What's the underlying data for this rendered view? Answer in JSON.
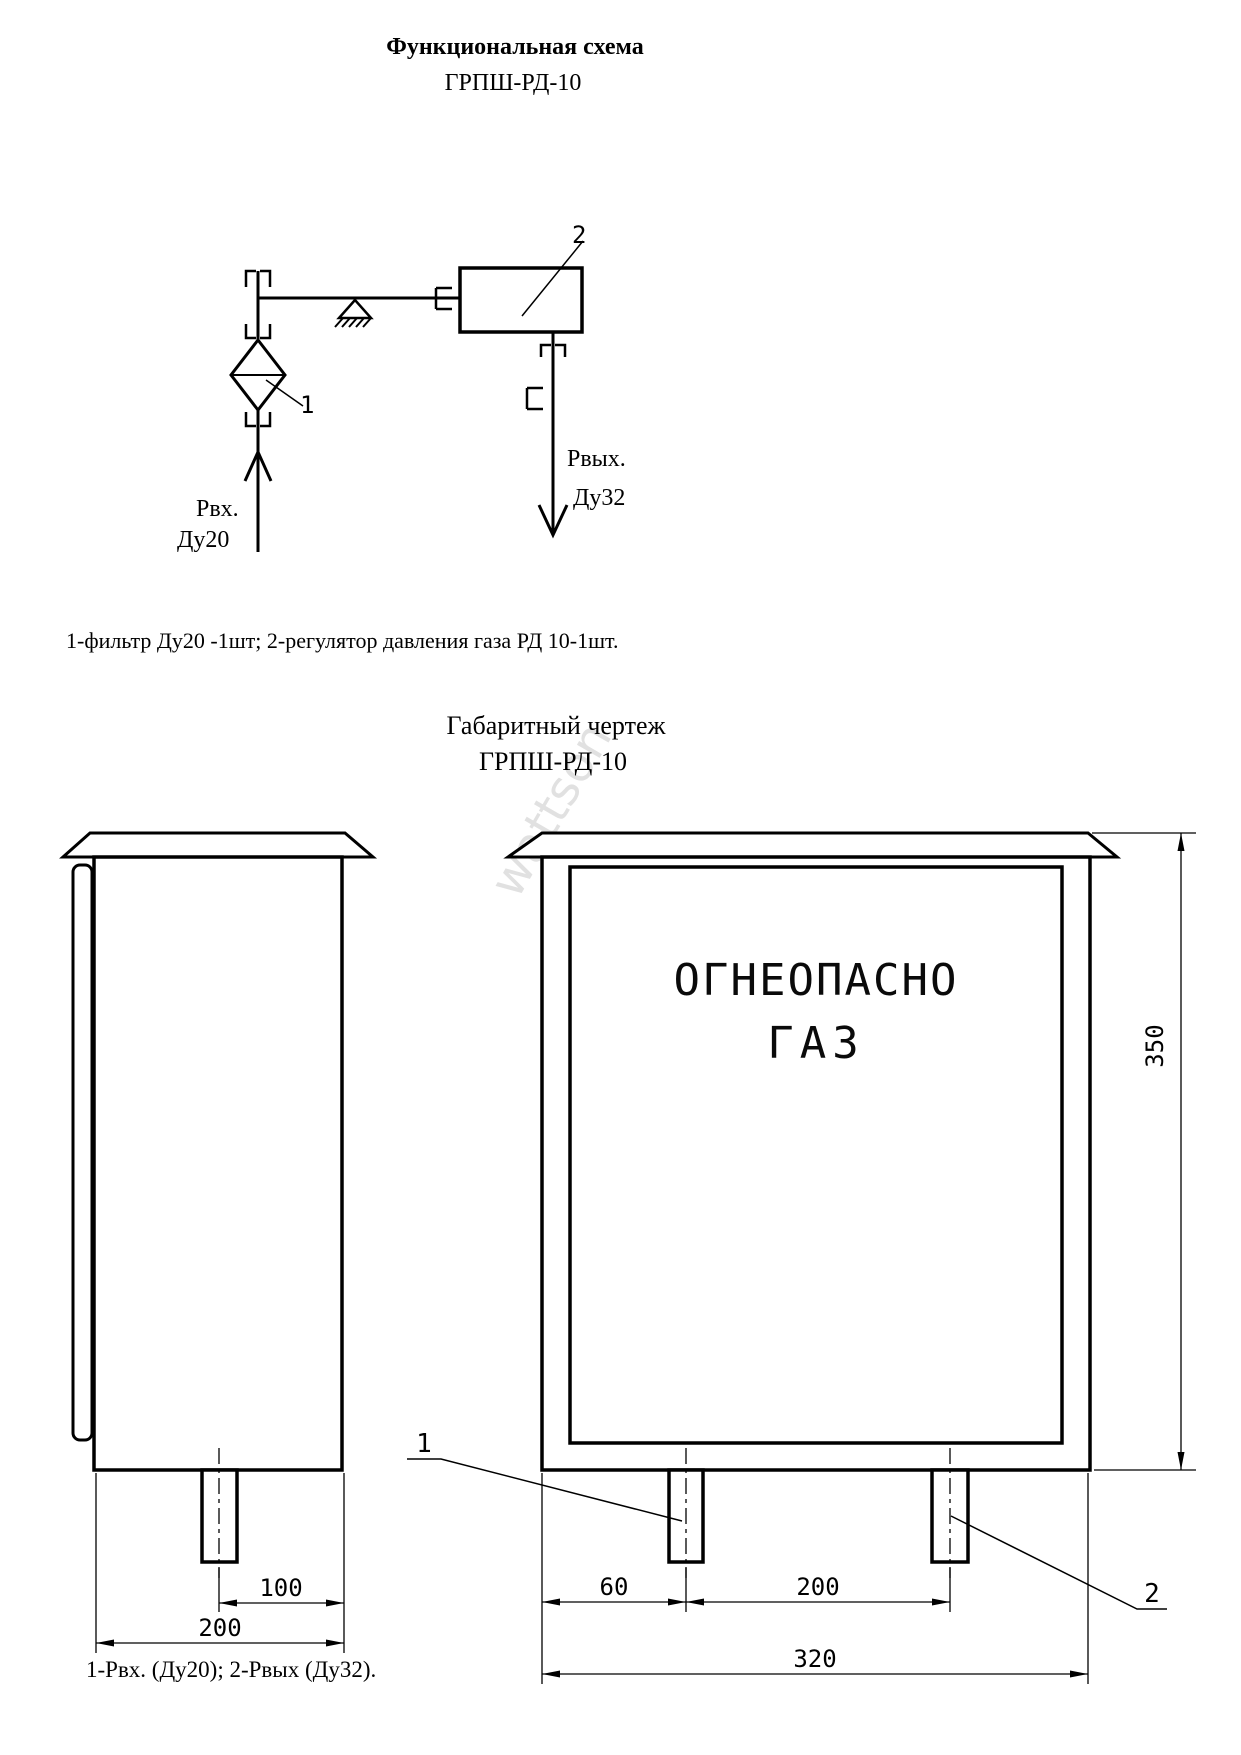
{
  "page": {
    "background": "#ffffff",
    "line_color": "#000000",
    "watermark_text": "wattson",
    "watermark_color": "#c9c9c9"
  },
  "functional_schematic": {
    "title": "Функциональная схема",
    "subtitle": "ГРПШ-РД-10",
    "inlet_label_line1": "Рвх.",
    "inlet_label_line2": "Ду20",
    "outlet_label_line1": "Рвых.",
    "outlet_label_line2": "Ду32",
    "callout_filter": "1",
    "callout_regulator": "2",
    "caption": "1-фильтр Ду20 -1шт; 2-регулятор давления газа  РД 10-1шт."
  },
  "dimensional_drawing": {
    "title": "Габаритный чертеж",
    "subtitle": "ГРПШ-РД-10",
    "door_label_line1": "ОГНЕОПАСНО",
    "door_label_line2": "ГАЗ",
    "side_view": {
      "dim_pipe_offset": "100",
      "dim_width": "200"
    },
    "front_view": {
      "dim_left_offset": "60",
      "dim_pipe_spacing": "200",
      "dim_width": "320",
      "dim_height": "350",
      "callout_inlet": "1",
      "callout_outlet": "2"
    },
    "caption": "1-Рвх. (Ду20); 2-Рвых (Ду32)."
  }
}
